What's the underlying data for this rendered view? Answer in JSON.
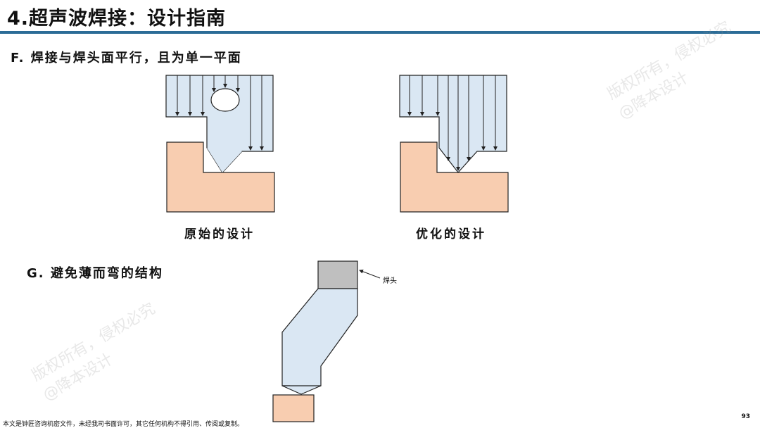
{
  "header": {
    "title": "4.超声波焊接：设计指南",
    "rule_color": "#2b6c97"
  },
  "sections": {
    "f_heading": "F. 焊接与焊头面平行，且为单一平面",
    "g_heading": "G. 避免薄而弯的结构"
  },
  "diagrams": {
    "original_caption": "原始的设计",
    "optimized_caption": "优化的设计",
    "horn_label": "焊头",
    "colors": {
      "horn_part": "#dae7f3",
      "base_part": "#f8cdb0",
      "horn_tool": "#bfbfbf",
      "outline": "#222222"
    }
  },
  "watermarks": {
    "line1": "版权所有，侵权必究",
    "line2": "@降本设计"
  },
  "footer": {
    "note": "本文是钟匠咨询机密文件，未经我司书面许可，其它任何机构不得引用、传阅或复制。",
    "page_number": "93"
  }
}
